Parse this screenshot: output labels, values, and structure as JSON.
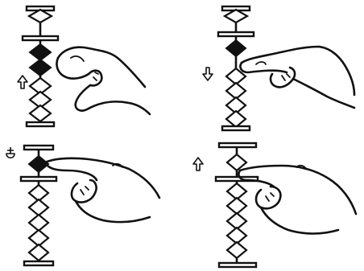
{
  "figure": {
    "panels": [
      {
        "id": "top-left",
        "arrow": "up",
        "hand": "thumb-push-up"
      },
      {
        "id": "top-right",
        "arrow": "down",
        "hand": "finger-push-down"
      },
      {
        "id": "bottom-left",
        "arrow": "down",
        "hand": "finger-press-top"
      },
      {
        "id": "bottom-right",
        "arrow": "up",
        "hand": "finger-lift-up"
      }
    ],
    "colors": {
      "ink": "#111111",
      "paper": "#ffffff"
    }
  }
}
